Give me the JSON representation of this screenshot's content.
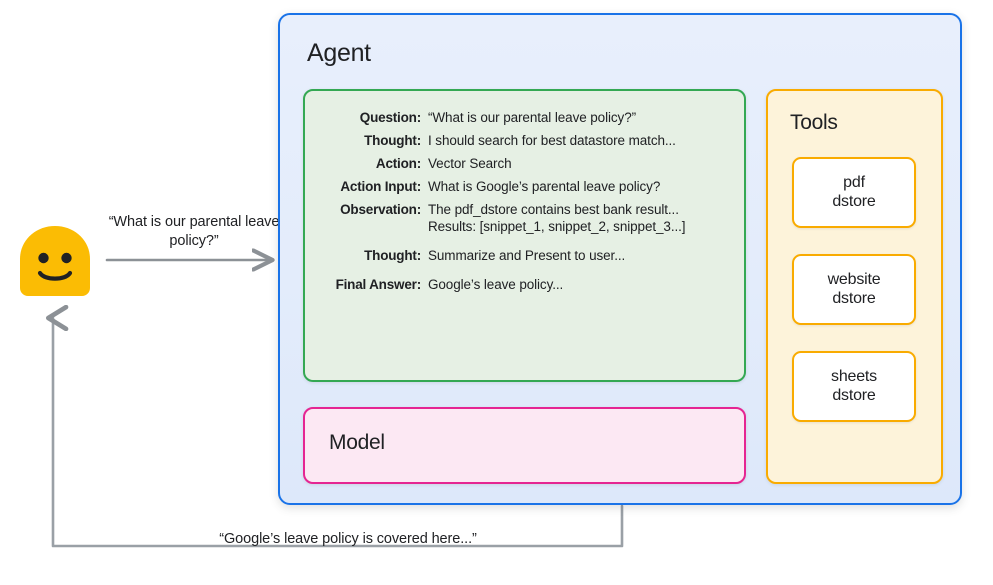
{
  "user": {
    "avatar_icon": "smiley-face-avatar",
    "request_text": "“What is our parental leave policy?”",
    "response_text": "“Google’s leave policy is covered here...”"
  },
  "agent": {
    "title": "Agent",
    "border_color": "#1a73e8",
    "fill_color": "#e3ecfb"
  },
  "trace": {
    "border_color": "#34a853",
    "fill_color": "#e6f0e4",
    "rows": [
      {
        "label": "Question:",
        "value": "“What is our parental leave policy?”",
        "sub": ""
      },
      {
        "label": "Thought:",
        "value": "I should search for best datastore match...",
        "sub": ""
      },
      {
        "label": "Action:",
        "value": "Vector Search",
        "sub": ""
      },
      {
        "label": "Action Input:",
        "value": "What is Google’s parental leave policy?",
        "sub": ""
      },
      {
        "label": "Observation:",
        "value": "The pdf_dstore contains best bank result...",
        "sub": "Results: [snippet_1, snippet_2, snippet_3...]"
      },
      {
        "label": "Thought:",
        "value": "Summarize and Present to user...",
        "sub": ""
      },
      {
        "label": "Final Answer:",
        "value": "Google’s leave policy...",
        "sub": ""
      }
    ]
  },
  "model": {
    "title": "Model",
    "border_color": "#e52592",
    "fill_color": "#fce8f3"
  },
  "tools": {
    "title": "Tools",
    "border_color": "#f9ab00",
    "fill_color": "#fdf3da",
    "items": [
      {
        "line1": "pdf",
        "line2": "dstore"
      },
      {
        "line1": "website",
        "line2": "dstore"
      },
      {
        "line1": "sheets",
        "line2": "dstore"
      }
    ]
  },
  "connectors": {
    "request_arrow_color": "#80868b",
    "response_arrow_color": "#9aa0a6",
    "dotted_color": "#9aa0a6"
  }
}
